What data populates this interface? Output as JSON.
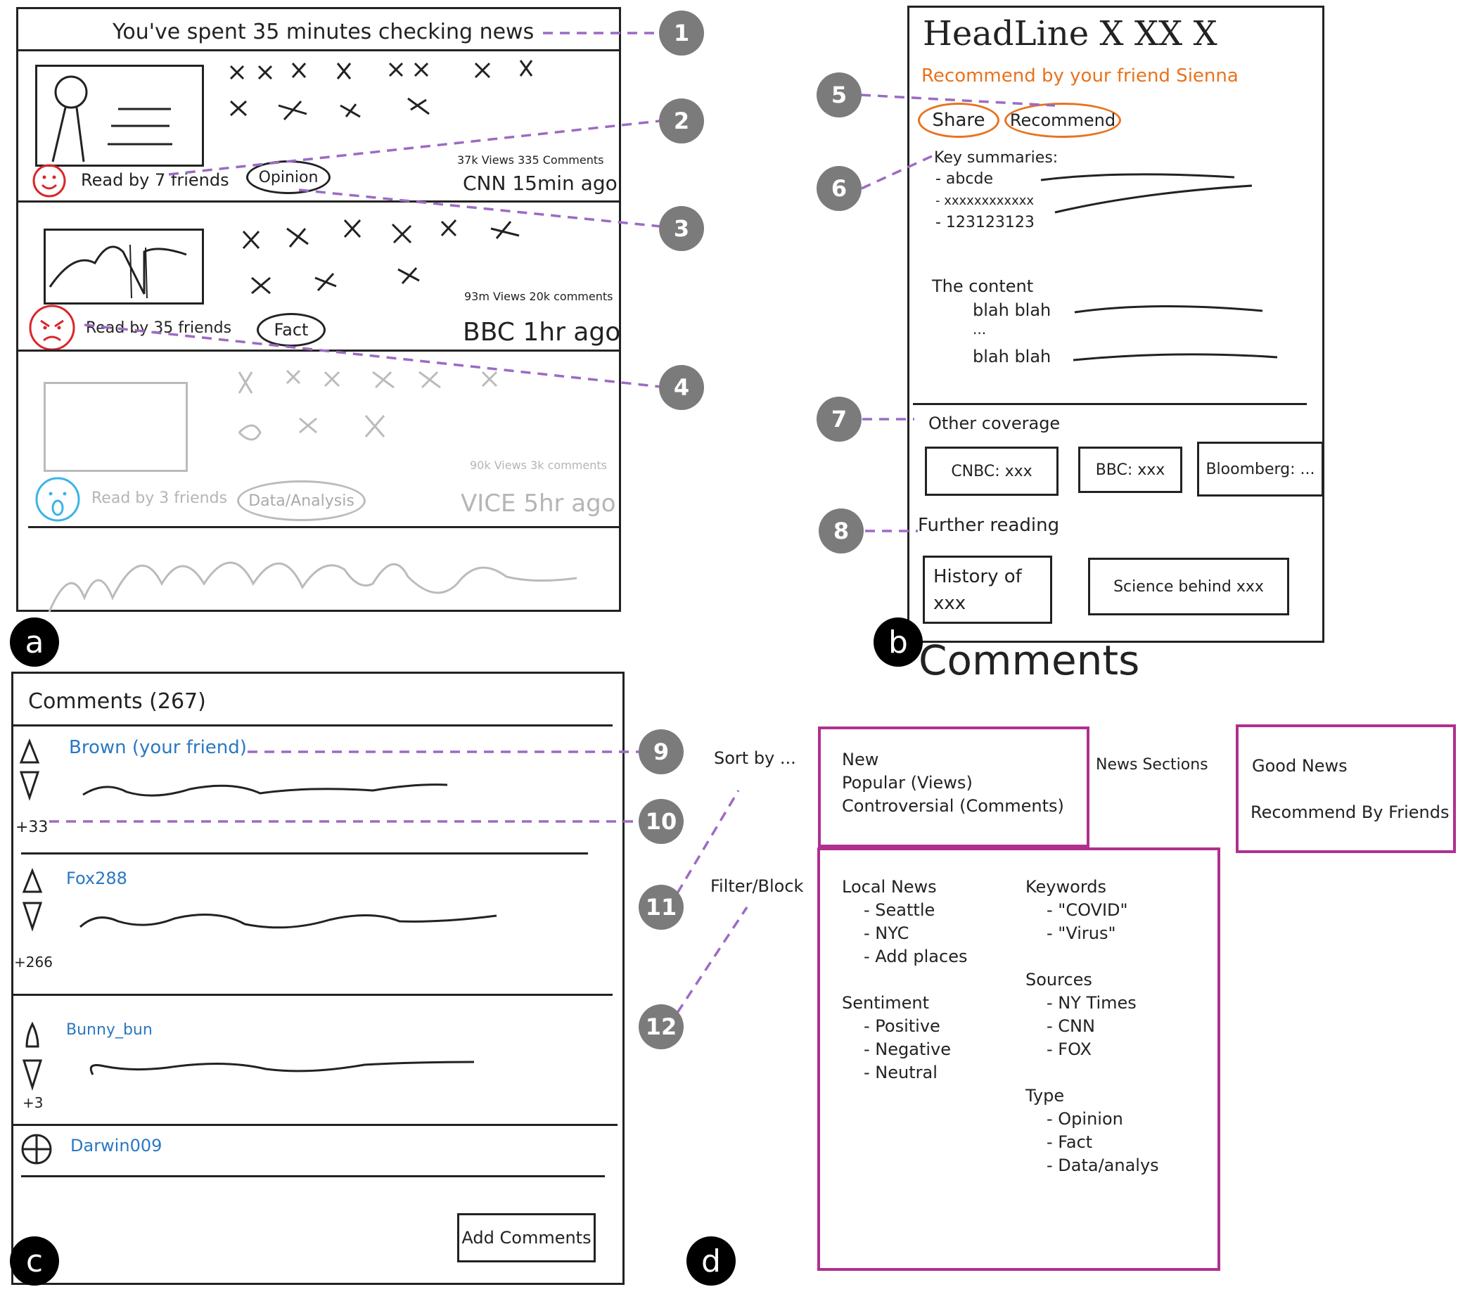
{
  "panel_a": {
    "label": "a",
    "header": "You've spent 35 minutes checking news",
    "cards": [
      {
        "read_by": "Read by 7 friends",
        "tag": "Opinion",
        "stats": "37k Views   335 Comments",
        "source": "CNN  15min ago",
        "emoji": "smile-face"
      },
      {
        "read_by": "Read by 35 friends",
        "tag": "Fact",
        "stats": "93m Views  20k comments",
        "source": "BBC  1hr ago",
        "emoji": "angry-face"
      },
      {
        "read_by": "Read by 3 friends",
        "tag": "Data/Analysis",
        "stats": "90k Views 3k comments",
        "source": "VICE 5hr ago",
        "emoji": "surprised-face"
      }
    ]
  },
  "panel_b": {
    "label": "b",
    "headline": "HeadLine  X  XX  X",
    "recommended_by": "Recommend by your friend Sienna",
    "share_label": "Share",
    "recommend_label": "Recommend",
    "summaries_title": "Key summaries:",
    "summaries": [
      "- abcde",
      "- xxxxxxxxxxxx",
      "- 123123123"
    ],
    "content_title": "The content",
    "content_lines": [
      "blah blah",
      "...",
      "blah blah"
    ],
    "other_coverage_title": "Other coverage",
    "coverage": [
      "CNBC: xxx",
      "BBC: xxx",
      "Bloomberg: ..."
    ],
    "further_title": "Further reading",
    "further": [
      "History of xxx",
      "Science behind xxx"
    ],
    "comments_title": "Comments"
  },
  "panel_c": {
    "label": "c",
    "title": "Comments (267)",
    "comments": [
      {
        "user": "Brown (your friend)",
        "score": "+33"
      },
      {
        "user": "Fox288",
        "score": "+266"
      },
      {
        "user": "Bunny_bun",
        "score": "+3"
      },
      {
        "user": "Darwin009"
      }
    ],
    "add_button": "Add Comments"
  },
  "panel_d": {
    "label": "d",
    "sort_label": "Sort by ...",
    "sort_options": [
      "New",
      "Popular (Views)",
      "Controversial (Comments)"
    ],
    "sections_label": "News Sections",
    "sections": [
      "Good News",
      "Recommend By Friends"
    ],
    "filter_label": "Filter/Block",
    "local_news": {
      "title": "Local News",
      "items": [
        "- Seattle",
        "- NYC",
        "- Add places"
      ]
    },
    "sentiment": {
      "title": "Sentiment",
      "items": [
        "- Positive",
        "- Negative",
        "- Neutral"
      ]
    },
    "keywords": {
      "title": "Keywords",
      "items": [
        "- \"COVID\"",
        "- \"Virus\""
      ]
    },
    "sources": {
      "title": "Sources",
      "items": [
        "- NY Times",
        "- CNN",
        "- FOX"
      ]
    },
    "type": {
      "title": "Type",
      "items": [
        "- Opinion",
        "- Fact",
        "- Data/analys"
      ]
    }
  },
  "callouts": [
    "1",
    "2",
    "3",
    "4",
    "5",
    "6",
    "7",
    "8",
    "9",
    "10",
    "11",
    "12"
  ],
  "colors": {
    "dash": "#9b6bc4",
    "badge": "#7b7b7b",
    "orange": "#e8731f",
    "magenta": "#b0308f",
    "blue": "#2a78c2",
    "red": "#d9262a",
    "cyan": "#39b4e6"
  }
}
